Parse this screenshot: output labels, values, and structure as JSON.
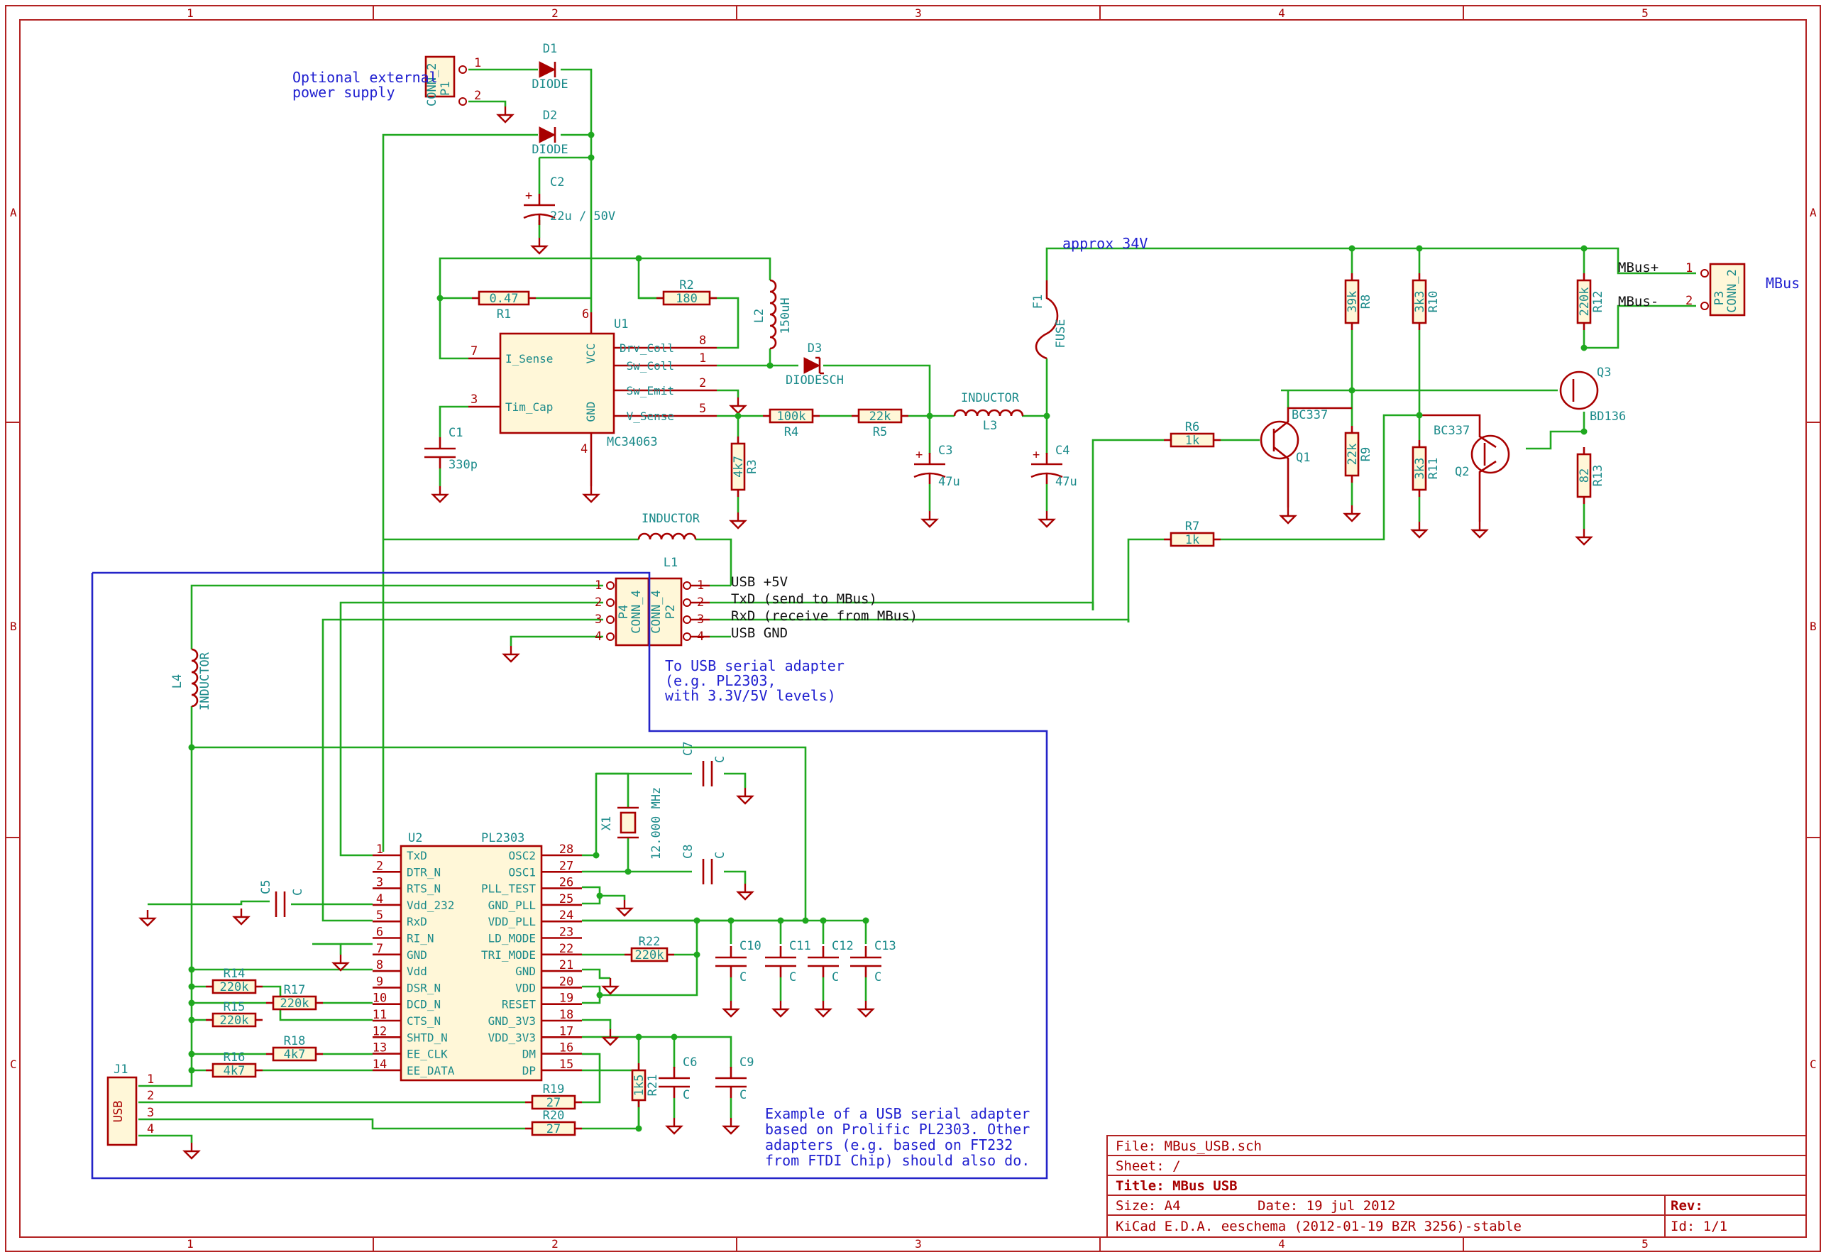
{
  "border": {
    "columns": [
      "1",
      "2",
      "3",
      "4",
      "5"
    ],
    "rows": [
      "A",
      "B",
      "C"
    ]
  },
  "notes": {
    "ext_power": [
      "Optional external",
      "power supply"
    ],
    "usb_adapter": [
      "To USB serial adapter",
      "(e.g. PL2303,",
      "with 3.3V/5V levels)"
    ],
    "pl2303_example": [
      "Example of a USB serial adapter",
      "based on Prolific PL2303. Other",
      "adapters (e.g. based on FT232",
      "from FTDI Chip) should also do."
    ],
    "approx": "approx 34V",
    "mbus": "MBus"
  },
  "nets": {
    "usb5v": "USB +5V",
    "txd": "TxD (send to MBus)",
    "rxd": "RxD (receive from MBus)",
    "usbgnd": "USB GND",
    "mbusp": "MBus+",
    "mbusm": "MBus-"
  },
  "components": {
    "P1": {
      "ref": "P1",
      "val": "CONN_2",
      "pins": [
        "1",
        "2"
      ]
    },
    "D1": {
      "ref": "D1",
      "val": "DIODE"
    },
    "D2": {
      "ref": "D2",
      "val": "DIODE"
    },
    "D3": {
      "ref": "D3",
      "val": "DIODESCH"
    },
    "C1": {
      "ref": "C1",
      "val": "330p"
    },
    "C2": {
      "ref": "C2",
      "val": "22u / 50V"
    },
    "C3": {
      "ref": "C3",
      "val": "47u"
    },
    "C4": {
      "ref": "C4",
      "val": "47u"
    },
    "C5": {
      "ref": "C5",
      "val": "C"
    },
    "C6": {
      "ref": "C6",
      "val": "C"
    },
    "C7": {
      "ref": "C7",
      "val": "C"
    },
    "C8": {
      "ref": "C8",
      "val": "C"
    },
    "C9": {
      "ref": "C9",
      "val": "C"
    },
    "C10": {
      "ref": "C10",
      "val": "C"
    },
    "C11": {
      "ref": "C11",
      "val": "C"
    },
    "C12": {
      "ref": "C12",
      "val": "C"
    },
    "C13": {
      "ref": "C13",
      "val": "C"
    },
    "R1": {
      "ref": "R1",
      "val": "0.47"
    },
    "R2": {
      "ref": "R2",
      "val": "180"
    },
    "R3": {
      "ref": "R3",
      "val": "4k7"
    },
    "R4": {
      "ref": "R4",
      "val": "100k"
    },
    "R5": {
      "ref": "R5",
      "val": "22k"
    },
    "R6": {
      "ref": "R6",
      "val": "1k"
    },
    "R7": {
      "ref": "R7",
      "val": "1k"
    },
    "R8": {
      "ref": "R8",
      "val": "39k"
    },
    "R9": {
      "ref": "R9",
      "val": "22k"
    },
    "R10": {
      "ref": "R10",
      "val": "3k3"
    },
    "R11": {
      "ref": "R11",
      "val": "3k3"
    },
    "R12": {
      "ref": "R12",
      "val": "220k"
    },
    "R13": {
      "ref": "R13",
      "val": "82"
    },
    "R14": {
      "ref": "R14",
      "val": "220k"
    },
    "R15": {
      "ref": "R15",
      "val": "220k"
    },
    "R16": {
      "ref": "R16",
      "val": "4k7"
    },
    "R17": {
      "ref": "R17",
      "val": "220k"
    },
    "R18": {
      "ref": "R18",
      "val": "4k7"
    },
    "R19": {
      "ref": "R19",
      "val": "27"
    },
    "R20": {
      "ref": "R20",
      "val": "27"
    },
    "R21": {
      "ref": "R21",
      "val": "1k5"
    },
    "R22": {
      "ref": "R22",
      "val": "220k"
    },
    "L1": {
      "ref": "L1",
      "val": "INDUCTOR"
    },
    "L2": {
      "ref": "L2",
      "val": "150uH"
    },
    "L3": {
      "ref": "L3",
      "val": "INDUCTOR"
    },
    "L4": {
      "ref": "L4",
      "val": "INDUCTOR"
    },
    "F1": {
      "ref": "F1",
      "val": "FUSE"
    },
    "Q1": {
      "ref": "Q1",
      "val": "BC337"
    },
    "Q2": {
      "ref": "Q2",
      "val": "BC337"
    },
    "Q3": {
      "ref": "Q3",
      "val": "BD136"
    },
    "X1": {
      "ref": "X1",
      "val": "12.000 MHz"
    },
    "P2": {
      "ref": "P2",
      "val": "CONN_4"
    },
    "P3": {
      "ref": "P3",
      "val": "CONN_2"
    },
    "P4": {
      "ref": "P4",
      "val": "CONN_4"
    },
    "J1": {
      "ref": "J1",
      "val": "USB"
    },
    "U1": {
      "ref": "U1",
      "val": "MC34063",
      "pins": [
        {
          "num": "7",
          "name": "I_Sense"
        },
        {
          "num": "3",
          "name": "Tim_Cap"
        },
        {
          "num": "8",
          "name": "Drv_Coll"
        },
        {
          "num": "1",
          "name": "Sw_Coll"
        },
        {
          "num": "2",
          "name": "Sw_Emit"
        },
        {
          "num": "5",
          "name": "V_Sense"
        },
        {
          "num": "6",
          "name": "VCC"
        },
        {
          "num": "4",
          "name": "GND"
        }
      ]
    },
    "U2": {
      "ref": "U2",
      "val": "PL2303",
      "left": [
        {
          "num": "1",
          "name": "TxD"
        },
        {
          "num": "2",
          "name": "DTR_N"
        },
        {
          "num": "3",
          "name": "RTS_N"
        },
        {
          "num": "4",
          "name": "Vdd_232"
        },
        {
          "num": "5",
          "name": "RxD"
        },
        {
          "num": "6",
          "name": "RI_N"
        },
        {
          "num": "7",
          "name": "GND"
        },
        {
          "num": "8",
          "name": "Vdd"
        },
        {
          "num": "9",
          "name": "DSR_N"
        },
        {
          "num": "10",
          "name": "DCD_N"
        },
        {
          "num": "11",
          "name": "CTS_N"
        },
        {
          "num": "12",
          "name": "SHTD_N"
        },
        {
          "num": "13",
          "name": "EE_CLK"
        },
        {
          "num": "14",
          "name": "EE_DATA"
        }
      ],
      "right": [
        {
          "num": "28",
          "name": "OSC2"
        },
        {
          "num": "27",
          "name": "OSC1"
        },
        {
          "num": "26",
          "name": "PLL_TEST"
        },
        {
          "num": "25",
          "name": "GND_PLL"
        },
        {
          "num": "24",
          "name": "VDD_PLL"
        },
        {
          "num": "23",
          "name": "LD_MODE"
        },
        {
          "num": "22",
          "name": "TRI_MODE"
        },
        {
          "num": "21",
          "name": "GND"
        },
        {
          "num": "20",
          "name": "VDD"
        },
        {
          "num": "19",
          "name": "RESET"
        },
        {
          "num": "18",
          "name": "GND_3V3"
        },
        {
          "num": "17",
          "name": "VDD_3V3"
        },
        {
          "num": "16",
          "name": "DM"
        },
        {
          "num": "15",
          "name": "DP"
        }
      ]
    }
  },
  "title_block": {
    "file": "File: MBus_USB.sch",
    "sheet": "Sheet: /",
    "title": "Title: MBus USB",
    "size": "Size: A4",
    "date": "Date: 19 jul 2012",
    "rev": "Rev:",
    "tool": "KiCad E.D.A.  eeschema (2012-01-19 BZR 3256)-stable",
    "id": "Id: 1/1"
  },
  "colors": {
    "wire": "#1fa81f",
    "component": "#a80000",
    "text": "#1b8a8a",
    "note": "#2020d0",
    "frame": "#b22222"
  }
}
